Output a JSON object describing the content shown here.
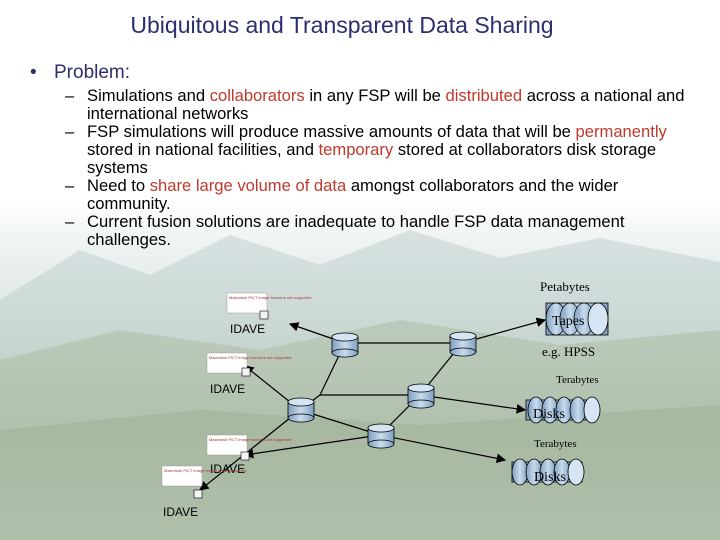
{
  "title": "Ubiquitous and Transparent Data Sharing",
  "problem_label": "Problem:",
  "bullets": [
    {
      "dash": "–",
      "segments": [
        {
          "t": "Simulations and ",
          "hl": false
        },
        {
          "t": "collaborators",
          "hl": true
        },
        {
          "t": " in any FSP will be ",
          "hl": false
        },
        {
          "t": "distributed",
          "hl": true
        },
        {
          "t": " across a national and international networks",
          "hl": false
        }
      ]
    },
    {
      "dash": "–",
      "segments": [
        {
          "t": "FSP simulations will produce massive amounts of data that will be ",
          "hl": false
        },
        {
          "t": "permanently",
          "hl": true
        },
        {
          "t": " stored in national facilities, and ",
          "hl": false
        },
        {
          "t": "temporary",
          "hl": true
        },
        {
          "t": " stored at collaborators disk storage systems",
          "hl": false
        }
      ]
    },
    {
      "dash": "–",
      "segments": [
        {
          "t": "Need to ",
          "hl": false
        },
        {
          "t": "share large volume of data",
          "hl": true
        },
        {
          "t": " amongst collaborators and the wider community.",
          "hl": false
        }
      ]
    },
    {
      "dash": "–",
      "segments": [
        {
          "t": "Current fusion solutions are inadequate to handle FSP data management challenges.",
          "hl": false
        }
      ]
    }
  ],
  "diagram": {
    "petabytes": "Petabytes",
    "tapes": "Tapes",
    "hpss": "e.g. HPSS",
    "terabytes_1": "Terabytes",
    "disks_1": "Disks",
    "terabytes_2": "Terabytes",
    "disks_2": "Disks",
    "idave_labels": [
      "IDAVE",
      "IDAVE",
      "IDAVE",
      "IDAVE"
    ],
    "thumb_text": "Macintosh PICT image format is not supported"
  },
  "colors": {
    "title": "#2c2f6e",
    "highlight": "#c0392b",
    "node": "#b7cde0",
    "storage": "#9fc0e0"
  }
}
